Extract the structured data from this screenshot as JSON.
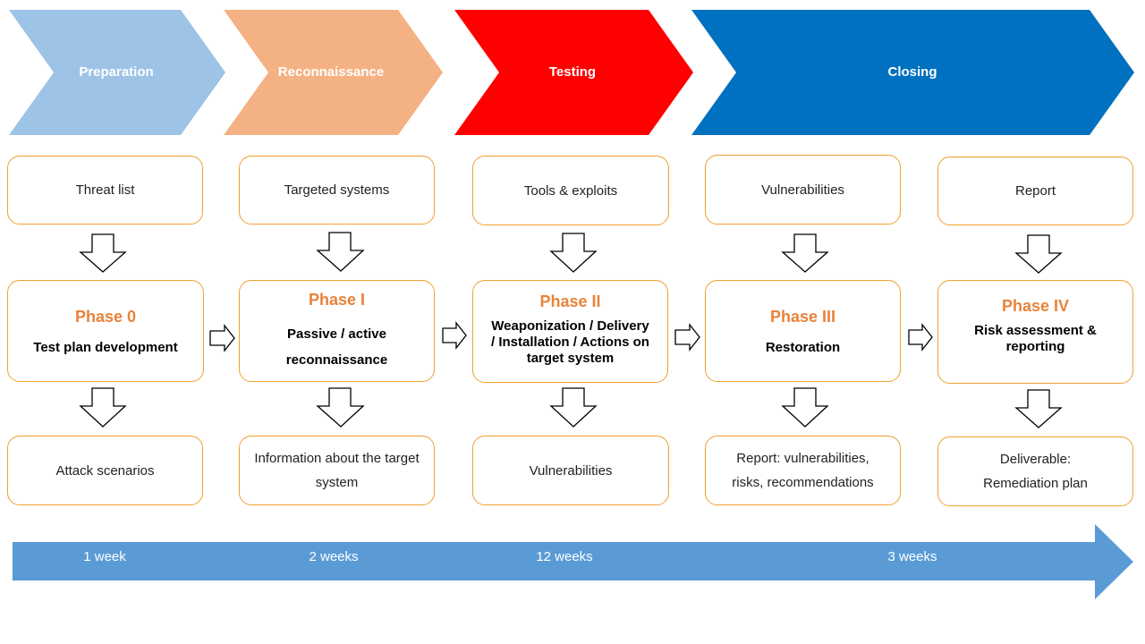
{
  "stages": [
    {
      "label": "Preparation",
      "color": "#9DC3E6"
    },
    {
      "label": "Reconnaissance",
      "color": "#F4B183"
    },
    {
      "label": "Testing",
      "color": "#FF0000"
    },
    {
      "label": "Closing",
      "color": "#0070C0"
    }
  ],
  "columns": [
    {
      "input": "Threat list",
      "phase_num": "Phase 0",
      "phase_name": "Test plan development",
      "output": "Attack scenarios"
    },
    {
      "input": "Targeted systems",
      "phase_num": "Phase I",
      "phase_name": "Passive / active reconnaissance",
      "output": "Information about the target system"
    },
    {
      "input": "Tools & exploits",
      "phase_num": "Phase II",
      "phase_name": "Weaponization / Delivery / Installation / Actions on target system",
      "output": "Vulnerabilities"
    },
    {
      "input": "Vulnerabilities",
      "phase_num": "Phase III",
      "phase_name": "Restoration",
      "output": "Report: vulnerabilities, risks, recommendations"
    },
    {
      "input": "Report",
      "phase_num": "Phase IV",
      "phase_name": "Risk assessment & reporting",
      "output": "Deliverable: Remediation plan"
    }
  ],
  "timeline": {
    "color": "#5B9BD5",
    "durations": [
      "1 week",
      "2 weeks",
      "12 weeks",
      "3 weeks"
    ]
  },
  "colors": {
    "box_border": "#F0A030",
    "phase_title": "#E8833A"
  }
}
